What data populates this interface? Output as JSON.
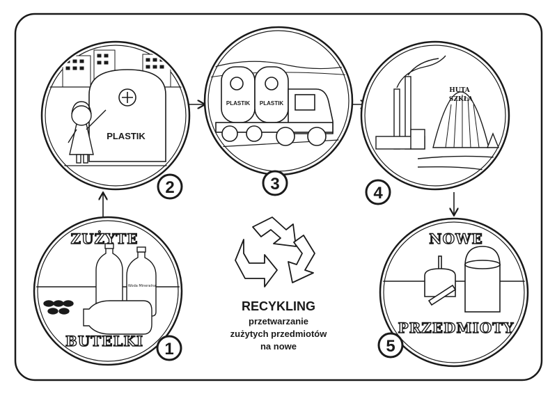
{
  "colors": {
    "ink": "#1a1a1a",
    "paper": "#ffffff"
  },
  "steps": [
    {
      "number": "1",
      "top_text": "ZUŻYTE",
      "bottom_text": "BUTELKI",
      "bottle_label": "Woda Mineralna",
      "icon": "bottles-icon"
    },
    {
      "number": "2",
      "label": "PLASTIK",
      "icon": "recycling-bin-icon"
    },
    {
      "number": "3",
      "tank_label_1": "PLASTIK",
      "tank_label_2": "PLASTIK",
      "icon": "tanker-truck-icon"
    },
    {
      "number": "4",
      "label_line1": "HUTA",
      "label_line2": "SZKŁA",
      "icon": "factory-icon"
    },
    {
      "number": "5",
      "top_text": "NOWE",
      "bottom_text": "PRZEDMIOTY",
      "icon": "new-products-icon"
    }
  ],
  "center": {
    "title": "RECYKLING",
    "line1": "przetwarzanie",
    "line2": "zużytych przedmiotów",
    "line3": "na nowe",
    "icon": "recycle-symbol-icon"
  }
}
